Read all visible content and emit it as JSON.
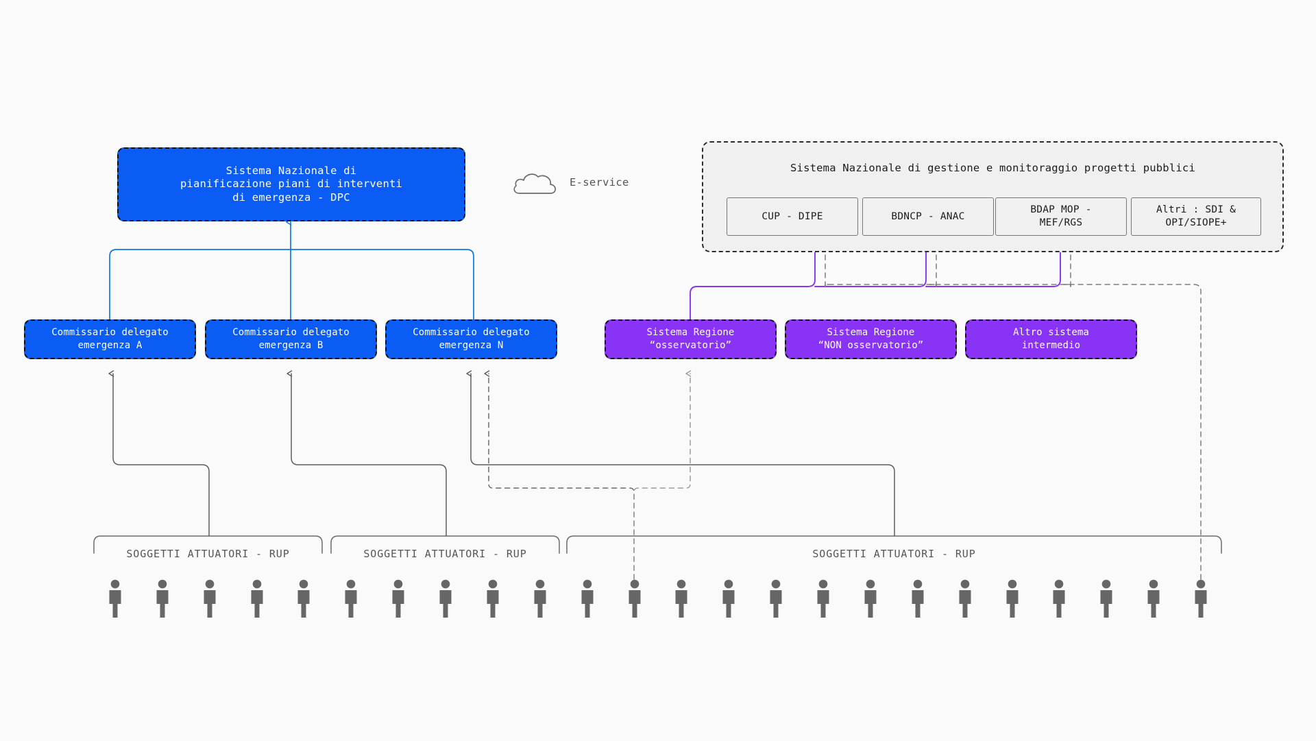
{
  "meta": {
    "bg_color": "#fafafa",
    "blue": "#0b5cf5",
    "purple": "#8833f5",
    "grey_panel": "#f0f0f0",
    "line_grey": "#6b6b6b"
  },
  "root": {
    "label": "Sistema Nazionale di\npianificazione piani di interventi\ndi emergenza - DPC",
    "line1": "Sistema Nazionale di",
    "line2": "pianificazione piani di interventi",
    "line3": "di emergenza - DPC"
  },
  "eservice": {
    "label": "E-service",
    "icon": "cloud-icon"
  },
  "national_group": {
    "title": "Sistema Nazionale di gestione e monitoraggio progetti pubblici",
    "boxes": [
      {
        "line1": "CUP - DIPE",
        "line2": ""
      },
      {
        "line1": "BDNCP - ANAC",
        "line2": ""
      },
      {
        "line1": "BDAP MOP -",
        "line2": "MEF/RGS"
      },
      {
        "line1": "Altri : SDI &",
        "line2": "OPI/SIOPE+"
      }
    ]
  },
  "commissari": [
    {
      "line1": "Commissario delegato",
      "line2": "emergenza A"
    },
    {
      "line1": "Commissario delegato",
      "line2": "emergenza B"
    },
    {
      "line1": "Commissario delegato",
      "line2": "emergenza N"
    }
  ],
  "regional_systems": [
    {
      "line1": "Sistema Regione",
      "line2": "“osservatorio”"
    },
    {
      "line1": "Sistema Regione",
      "line2": "“NON osservatorio”"
    },
    {
      "line1": "Altro sistema",
      "line2": "intermedio"
    }
  ],
  "braces": [
    {
      "label": "SOGGETTI ATTUATORI - RUP"
    },
    {
      "label": "SOGGETTI ATTUATORI - RUP"
    },
    {
      "label": "SOGGETTI ATTUATORI - RUP"
    }
  ],
  "actors": {
    "count": 24,
    "icon": "person-icon"
  }
}
